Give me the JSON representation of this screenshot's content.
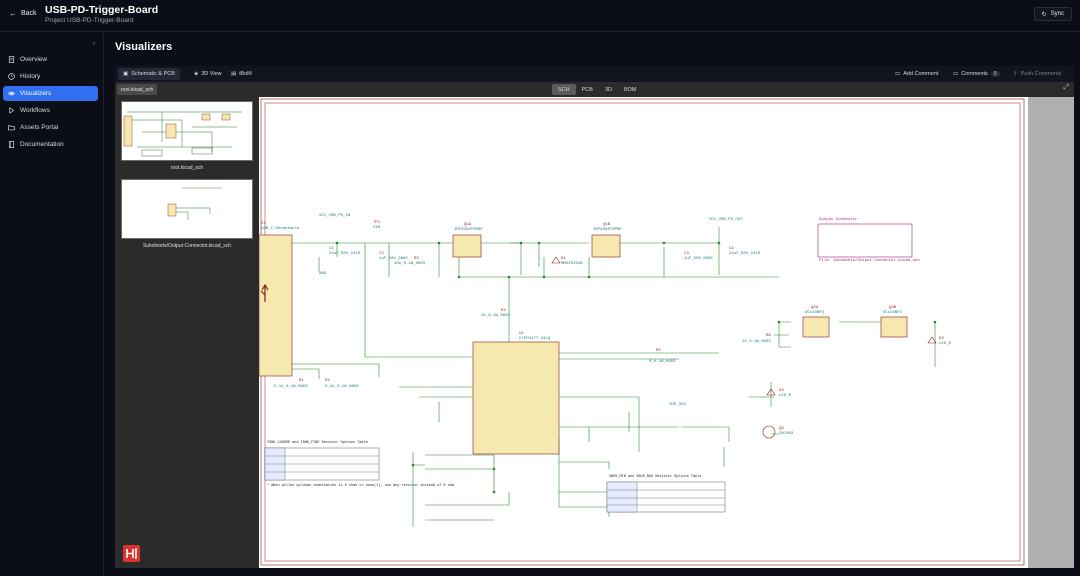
{
  "topbar": {
    "back_label": "Back",
    "title": "USB-PD-Trigger-Board",
    "subtitle": "Project USB-PD-Trigger-Board",
    "sync_label": "Sync"
  },
  "sidebar": {
    "items": [
      {
        "label": "Overview",
        "icon": "document-icon",
        "active": false
      },
      {
        "label": "History",
        "icon": "clock-icon",
        "active": false
      },
      {
        "label": "Visualizers",
        "icon": "eye-icon",
        "active": true
      },
      {
        "label": "Workflows",
        "icon": "play-icon",
        "active": false
      },
      {
        "label": "Assets Portal",
        "icon": "folder-icon",
        "active": false
      },
      {
        "label": "Documentation",
        "icon": "book-icon",
        "active": false
      }
    ]
  },
  "page": {
    "heading": "Visualizers"
  },
  "toolbar": {
    "tabs": [
      {
        "label": "Schematic & PCB",
        "active": true
      },
      {
        "label": "3D View",
        "active": false
      },
      {
        "label": "iBoM",
        "active": false
      }
    ],
    "add_comment": "Add Comment",
    "comments": "Comments",
    "comments_count": "0",
    "push_comments": "Push Comments"
  },
  "viewer": {
    "file_tab": "root.kicad_sch",
    "modes": [
      {
        "label": "SCH",
        "active": true
      },
      {
        "label": "PCB",
        "active": false
      },
      {
        "label": "3D",
        "active": false
      },
      {
        "label": "BOM",
        "active": false
      }
    ],
    "sheets": [
      {
        "label": "root.kicad_sch"
      },
      {
        "label": "Subsheets/Output-Connector.kicad_sch"
      }
    ]
  },
  "schematic": {
    "labels": {
      "j1_ref": "J1",
      "j1_val": "USB_C_Receptacle",
      "vbus_in": "VCC_USB_PD_IN",
      "vbus_out": "VCC_USB_PD_OUT",
      "q1a": "Q1A",
      "q1b": "Q1B",
      "q1_val": "IRF9358TRPBF",
      "u1": "U1",
      "u1_val": "CYPD3177-24LQ",
      "d1": "D1",
      "d1_val": "MMSZ5231B",
      "tp1": "TP1",
      "tp1_val": "VIN",
      "output_connector": "Output Connector",
      "output_file": "File: Subsheets/Output-Connector.kicad_sch",
      "q2a": "Q2A",
      "q2b": "Q2B",
      "q2_val": "DCL5OBP2",
      "d2": "D2",
      "d2_val": "LED_R",
      "d3": "D3",
      "d3_val": "LED_R",
      "q3": "Q3",
      "q3_val": "2N7002",
      "vcc_3v3": "VDD_3V3",
      "gnd": "GND",
      "table1_title": "ISNK_COARSE and ISNK_FINE Resistor Options Table",
      "table1_note": "* When pulled up/down combination is 0 ohms or none(I), use any resistor instead of 0 ohm",
      "table2_title": "VBUS_MIN and VBUS_MAX Resistor Options Table",
      "c1": "C1",
      "c1_val": "22uF_50V_1210",
      "c2": "C2",
      "c2_val": "1uF_50V_0805",
      "c3": "C3",
      "c3_val": "1uF_50V_0805",
      "c4": "C4",
      "c4_val": "22uF_50V_1210",
      "r1": "R1",
      "r1_val": "5.1k_0.1W_0603",
      "r2": "R2",
      "r2_val": "5.1k_0.1W_0603",
      "r3": "R3",
      "r3_val": "10k_0.1W_0603",
      "r4": "R4",
      "r4_val": "1k_0.1W_0603",
      "r5": "R5",
      "r5_val": "0_0.1W_0603",
      "r6": "R6",
      "r6_val": "1k_0.1W_0603"
    }
  }
}
